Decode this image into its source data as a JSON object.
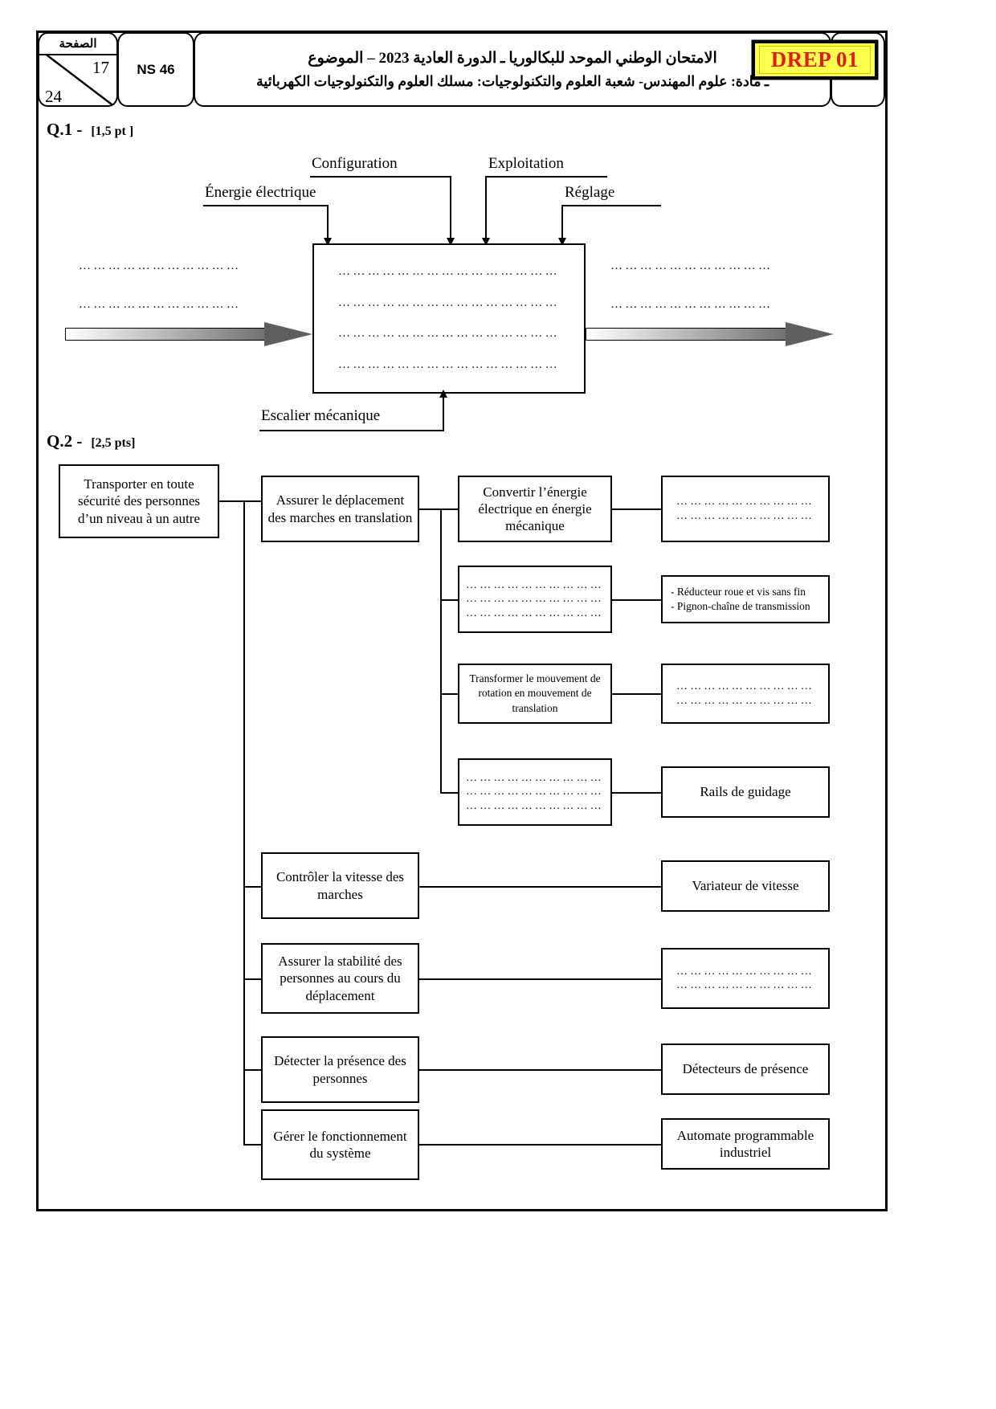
{
  "header": {
    "page_label": "الصفحة",
    "page_current": "17",
    "page_total": "24",
    "code": "NS 46",
    "title_line1": "الامتحان الوطني الموحد للبكالوريا ـ الدورة العادية 2023 – الموضوع",
    "title_line2": "ـ مادة: علوم المهندس- شعبة العلوم والتكنولوجيات: مسلك العلوم والتكنولوجيات الكهربائية"
  },
  "badge": {
    "label": "DREP 01"
  },
  "q1": {
    "number": "Q.1 -",
    "points": "[1,5 pt ]",
    "inputs": [
      {
        "label": "Configuration"
      },
      {
        "label": "Exploitation"
      },
      {
        "label": "Énergie électrique"
      },
      {
        "label": "Réglage"
      }
    ],
    "bottom_label": "Escalier mécanique",
    "dots": "……………………………",
    "box_dots": "……………………………………………",
    "left_dots_1": "……………………………",
    "left_dots_2": "……………………………",
    "right_dots_1": "……………………………",
    "right_dots_2": "……………………………",
    "box_lines": [
      "………………………………………",
      "………………………………………",
      "………………………………………",
      "………………………………………"
    ]
  },
  "q2": {
    "number": "Q.2 -",
    "points": "[2,5 pts]",
    "root": "Transporter en toute sécurité des personnes d’un niveau à un autre",
    "branches": [
      {
        "function": "Assurer le déplacement des marches en translation",
        "sub": [
          {
            "name": "Convertir l’énergie électrique en énergie mécanique",
            "solution": "…………………………\n…………………………",
            "solution_lines": [
              "…………………………",
              "…………………………"
            ]
          },
          {
            "name_lines": [
              "…………………………",
              "…………………………",
              "…………………………"
            ],
            "solution_lines": [
              "- Réducteur roue et vis sans fin",
              "- Pignon-chaîne de transmission"
            ],
            "solution_small": true
          },
          {
            "name": "Transformer le mouvement de rotation en mouvement de translation",
            "name_small": true,
            "solution_lines": [
              "…………………………",
              "…………………………"
            ]
          },
          {
            "name_lines": [
              "…………………………",
              "…………………………",
              "…………………………"
            ],
            "solution_lines": [
              "Rails de guidage"
            ]
          }
        ]
      },
      {
        "function": "Contrôler la vitesse des marches",
        "solution_lines": [
          "Variateur de vitesse"
        ]
      },
      {
        "function": "Assurer la stabilité des personnes au cours du déplacement",
        "solution_lines": [
          "…………………………",
          "…………………………"
        ]
      },
      {
        "function": "Détecter la présence des personnes",
        "solution_lines": [
          "Détecteurs de présence"
        ]
      },
      {
        "function": "Gérer le fonctionnement du système",
        "solution_lines": [
          "Automate programmable industriel"
        ]
      }
    ]
  },
  "colors": {
    "badge_bg": "#ffff4d",
    "badge_text": "#e8191a",
    "border": "#000000"
  }
}
